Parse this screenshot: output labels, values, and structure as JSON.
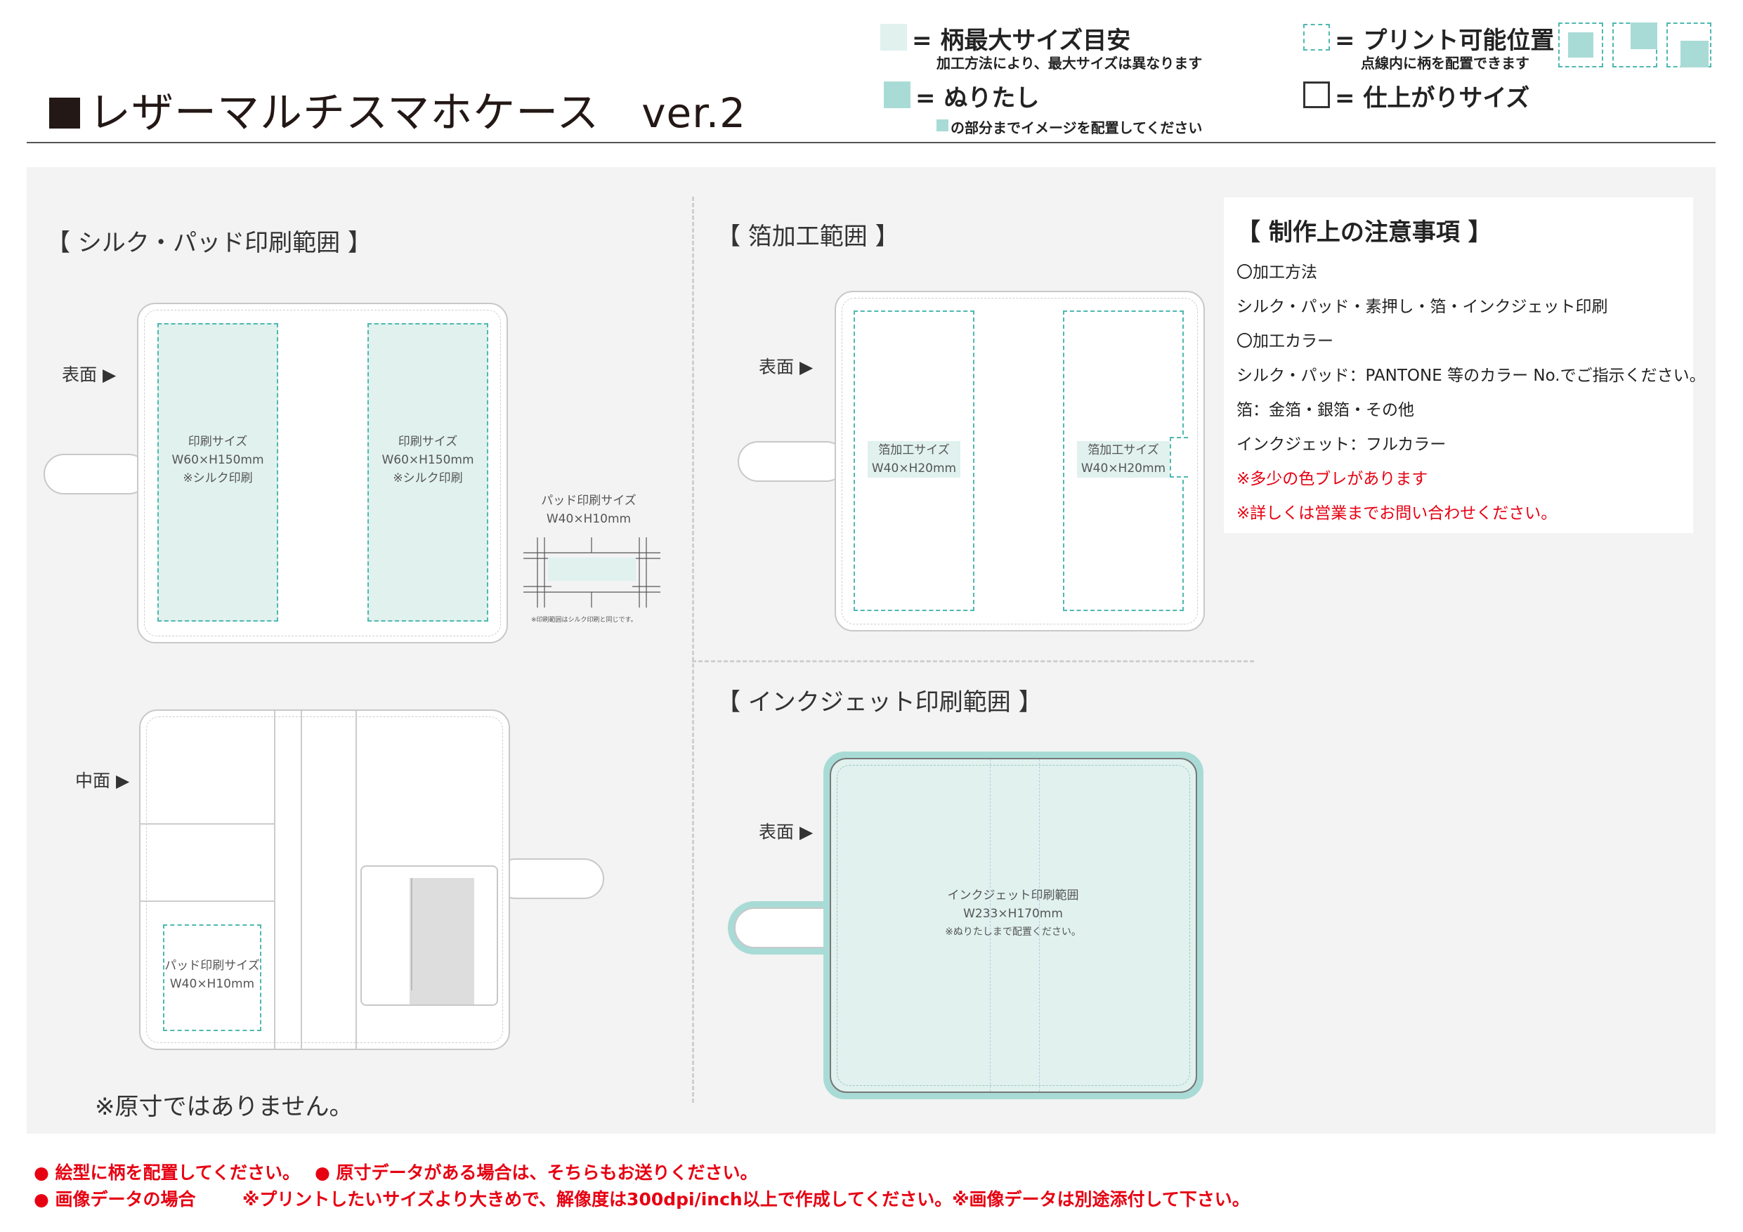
{
  "header": {
    "title": "レザーマルチスマホケース",
    "version": "ver.2"
  },
  "legend": {
    "max_size": {
      "label": "= 柄最大サイズ目安",
      "note": "加工方法により、最大サイズは異なります"
    },
    "bleed": {
      "label": "= ぬりたし",
      "note": "の部分までイメージを配置してください"
    },
    "print_position": {
      "label": "= プリント可能位置",
      "note": "点線内に柄を配置できます"
    },
    "finish_size": {
      "label": "= 仕上がりサイズ"
    }
  },
  "silk": {
    "heading": "【 シルク・パッド印刷範囲 】",
    "front_label": "表面 ▶",
    "inner_label": "中面 ▶",
    "zone_left": {
      "line1": "印刷サイズ",
      "line2": "W60×H150mm",
      "line3": "※シルク印刷"
    },
    "zone_right": {
      "line1": "印刷サイズ",
      "line2": "W60×H150mm",
      "line3": "※シルク印刷"
    },
    "pad_size": {
      "line1": "パッド印刷サイズ",
      "line2": "W40×H10mm"
    },
    "pad_note": "※印刷範囲はシルク印刷と同じです。",
    "inner_pad": {
      "line1": "パッド印刷サイズ",
      "line2": "W40×H10mm"
    },
    "not_actual": "※原寸ではありません。"
  },
  "foil": {
    "heading": "【 箔加工範囲 】",
    "front_label": "表面 ▶",
    "zone_left": {
      "line1": "箔加工サイズ",
      "line2": "W40×H20mm"
    },
    "zone_right": {
      "line1": "箔加工サイズ",
      "line2": "W40×H20mm"
    }
  },
  "inkjet": {
    "heading": "【 インクジェット印刷範囲 】",
    "front_label": "表面 ▶",
    "zone": {
      "line1": "インクジェット印刷範囲",
      "line2": "W233×H170mm",
      "line3": "※ぬりたしまで配置ください。"
    }
  },
  "notes": {
    "heading": "【 制作上の注意事項 】",
    "items": [
      "〇加工方法",
      "シルク・パッド・素押し・箔・インクジェット印刷",
      "〇加工カラー",
      "シルク・パッド：PANTONE 等のカラー No.でご指示ください。",
      "箔：金箔・銀箔・その他",
      "インクジェット：フルカラー"
    ],
    "warnings": [
      "※多少の色ブレがあります",
      "※詳しくは営業までお問い合わせください。"
    ]
  },
  "footer": {
    "line1a": "● 絵型に柄を配置してください。",
    "line1b": "● 原寸データがある場合は、そちらもお送りください。",
    "line2a": "● 画像データの場合",
    "line2b": "※プリントしたいサイズより大きめで、解像度は300dpi/inch以上で作成してください。※画像データは別途添付して下さい。"
  },
  "colors": {
    "accent_teal": "#4fb8b0",
    "light_teal": "#e0f1ee",
    "bleed_teal": "#a9dbd6",
    "warning_red": "#e60012",
    "panel_grey": "#f3f3f3"
  }
}
